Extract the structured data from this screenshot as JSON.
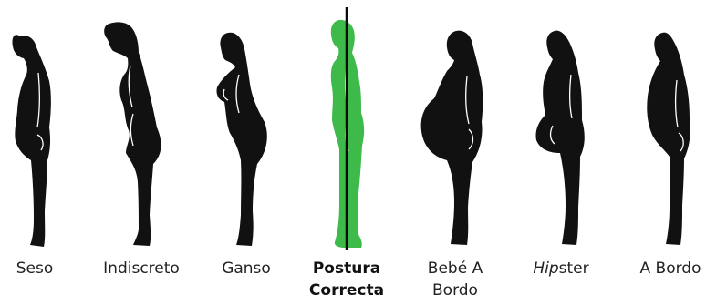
{
  "colors": {
    "silhouette": "#111111",
    "correct_posture": "#3dba4a",
    "plumb_line": "#0a0a0a",
    "contour_line": "#ffffff",
    "background": "#ffffff"
  },
  "figures": [
    {
      "id": "seso",
      "label": "Seso",
      "bold": false,
      "icon": "slouched-head-forward-figure-icon"
    },
    {
      "id": "indiscreto",
      "label": "Indiscreto",
      "bold": false,
      "icon": "forward-head-woman-figure-icon"
    },
    {
      "id": "ganso",
      "label": "Ganso",
      "bold": false,
      "icon": "swayback-woman-figure-icon"
    },
    {
      "id": "postura-correcta",
      "label_line1": "Postura",
      "label_line2": "Correcta",
      "bold": true,
      "icon": "correct-posture-figure-icon"
    },
    {
      "id": "bebe-a-bordo",
      "label_line1": "Bebé A",
      "label_line2": "Bordo",
      "bold": false,
      "icon": "pregnant-belly-figure-icon"
    },
    {
      "id": "hipster",
      "label_italic": "Hip",
      "label_rest": "ster",
      "bold": false,
      "icon": "hipster-pelvis-forward-figure-icon"
    },
    {
      "id": "a-bordo",
      "label": "A Bordo",
      "bold": false,
      "icon": "round-belly-figure-icon"
    }
  ]
}
